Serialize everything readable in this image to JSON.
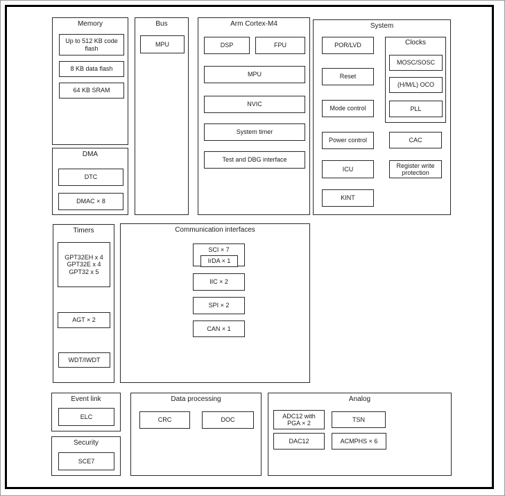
{
  "memory": {
    "title": "Memory",
    "items": [
      "Up to 512 KB code\nflash",
      "8 KB data flash",
      "64 KB SRAM"
    ]
  },
  "dma": {
    "title": "DMA",
    "items": [
      "DTC",
      "DMAC × 8"
    ]
  },
  "bus": {
    "title": "Bus",
    "items": [
      "MPU"
    ]
  },
  "cortex": {
    "title": "Arm Cortex-M4",
    "items": [
      "DSP",
      "FPU",
      "MPU",
      "NVIC",
      "System timer",
      "Test and DBG interface"
    ]
  },
  "system": {
    "title": "System",
    "left_items": [
      "POR/LVD",
      "Reset",
      "Mode control",
      "Power control",
      "ICU",
      "KINT"
    ],
    "clocks": {
      "title": "Clocks",
      "items": [
        "MOSC/SOSC",
        "(H/M/L) OCO",
        "PLL"
      ]
    },
    "right_items": [
      "CAC",
      "Register write\nprotection"
    ]
  },
  "timers": {
    "title": "Timers",
    "gpt": "GPT32EH x 4\nGPT32E x 4\nGPT32 x 5",
    "agt": "AGT × 2",
    "wdt": "WDT/IWDT"
  },
  "comm": {
    "title": "Communication interfaces",
    "sci": "SCI × 7",
    "irda": "IrDA × 1",
    "iic": "IIC × 2",
    "spi": "SPI × 2",
    "can": "CAN × 1"
  },
  "event_link": {
    "title": "Event link",
    "items": [
      "ELC"
    ]
  },
  "security": {
    "title": "Security",
    "items": [
      "SCE7"
    ]
  },
  "data_processing": {
    "title": "Data processing",
    "items": [
      "CRC",
      "DOC"
    ]
  },
  "analog": {
    "title": "Analog",
    "items": [
      "ADC12 with\nPGA × 2",
      "TSN",
      "DAC12",
      "ACMPHS × 6"
    ]
  },
  "colors": {
    "line": "#2a2a2a",
    "frame": "#000000",
    "background": "#ffffff"
  }
}
